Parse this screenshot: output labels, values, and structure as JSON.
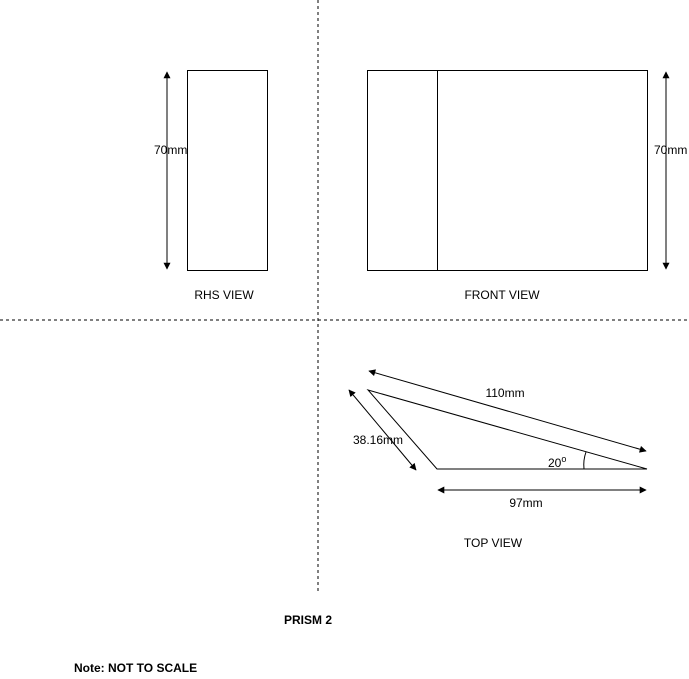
{
  "views": {
    "rhs_label": "RHS VIEW",
    "front_label": "FRONT VIEW",
    "top_label": "TOP VIEW"
  },
  "dimensions": {
    "rhs_height": "70mm",
    "front_height": "70mm",
    "hypotenuse": "110mm",
    "short_side": "38.16mm",
    "base": "97mm",
    "angle_value": "20",
    "angle_unit": "o"
  },
  "title": "PRISM 2",
  "note": "Note: NOT TO SCALE",
  "colors": {
    "stroke": "#000000",
    "background": "#ffffff"
  }
}
